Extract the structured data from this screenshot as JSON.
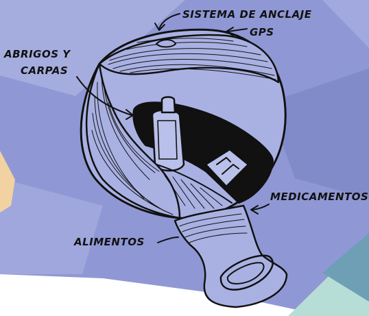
{
  "colors": {
    "background_main": "#8f98d4",
    "background_light": "#a7afe0",
    "background_dark": "#7f88c8",
    "teal_corner": "#6e9fb5",
    "mint_corner": "#b6ded6",
    "peach_corner": "#f2d2a0",
    "ink": "#111111"
  },
  "labels": {
    "top": "SISTEMA DE ANCLAJE",
    "gps": "GPS",
    "left_line1": "ABRIGOS Y",
    "left_line2": "CARPAS",
    "right": "MEDICAMENTOS",
    "bottom": "ALIMENTOS"
  },
  "icons": {
    "object": "seat-belt-buckle-pod-illustration"
  }
}
